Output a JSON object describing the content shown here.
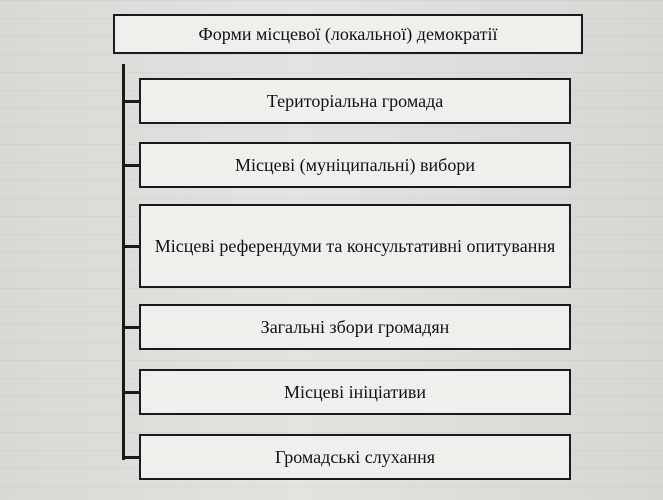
{
  "diagram": {
    "title": "Форми місцевої (локальної) демократії",
    "items": [
      {
        "label": "Територіальна громада"
      },
      {
        "label": "Місцеві (муніципальні) вибори"
      },
      {
        "label": "Місцеві референдуми та консультативні опитування"
      },
      {
        "label": "Загальні збори громадян"
      },
      {
        "label": "Місцеві ініціативи"
      },
      {
        "label": "Громадські слухання"
      }
    ]
  }
}
